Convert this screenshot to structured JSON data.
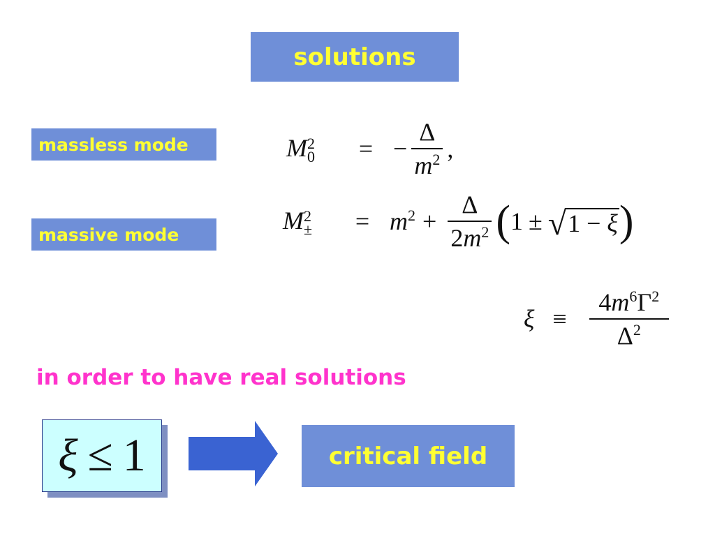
{
  "title": "solutions",
  "labels": {
    "massless": "massless mode",
    "massive": "massive mode"
  },
  "equations": {
    "m0": {
      "lhs_base": "M",
      "lhs_sub": "0",
      "lhs_sup": "2",
      "relation": "=",
      "minus": "−",
      "num": "Δ",
      "den_base": "m",
      "den_sup": "2",
      "trail": ","
    },
    "mpm": {
      "lhs_base": "M",
      "lhs_sub": "±",
      "lhs_sup": "2",
      "relation": "=",
      "m": "m",
      "m_sup": "2",
      "plus": "+",
      "num": "Δ",
      "den_coef": "2",
      "den_base": "m",
      "den_sup": "2",
      "open_paren": "(",
      "one": "1",
      "pm": "±",
      "rad_sign": "√",
      "rad_body_one": "1",
      "rad_body_minus": "−",
      "rad_body_xi": "ξ",
      "close_paren": ")"
    },
    "xi_def": {
      "lhs": "ξ",
      "relation": "≡",
      "num_coef": "4",
      "num_m": "m",
      "num_m_sup": "6",
      "num_gamma": "Γ",
      "num_gamma_sup": "2",
      "den": "Δ",
      "den_sup": "2"
    }
  },
  "condition_text": "in order to have real solutions",
  "condition_box": {
    "xi": "ξ",
    "relation": "≤",
    "value": "1"
  },
  "result": "critical field",
  "colors": {
    "box_blue": "#6f8fd8",
    "label_yellow": "#ffff33",
    "magenta": "#ff33cc",
    "cyan_box": "#ccffff",
    "arrow_blue": "#3a63d2"
  },
  "icons": {
    "arrow": "right-arrow-icon"
  }
}
